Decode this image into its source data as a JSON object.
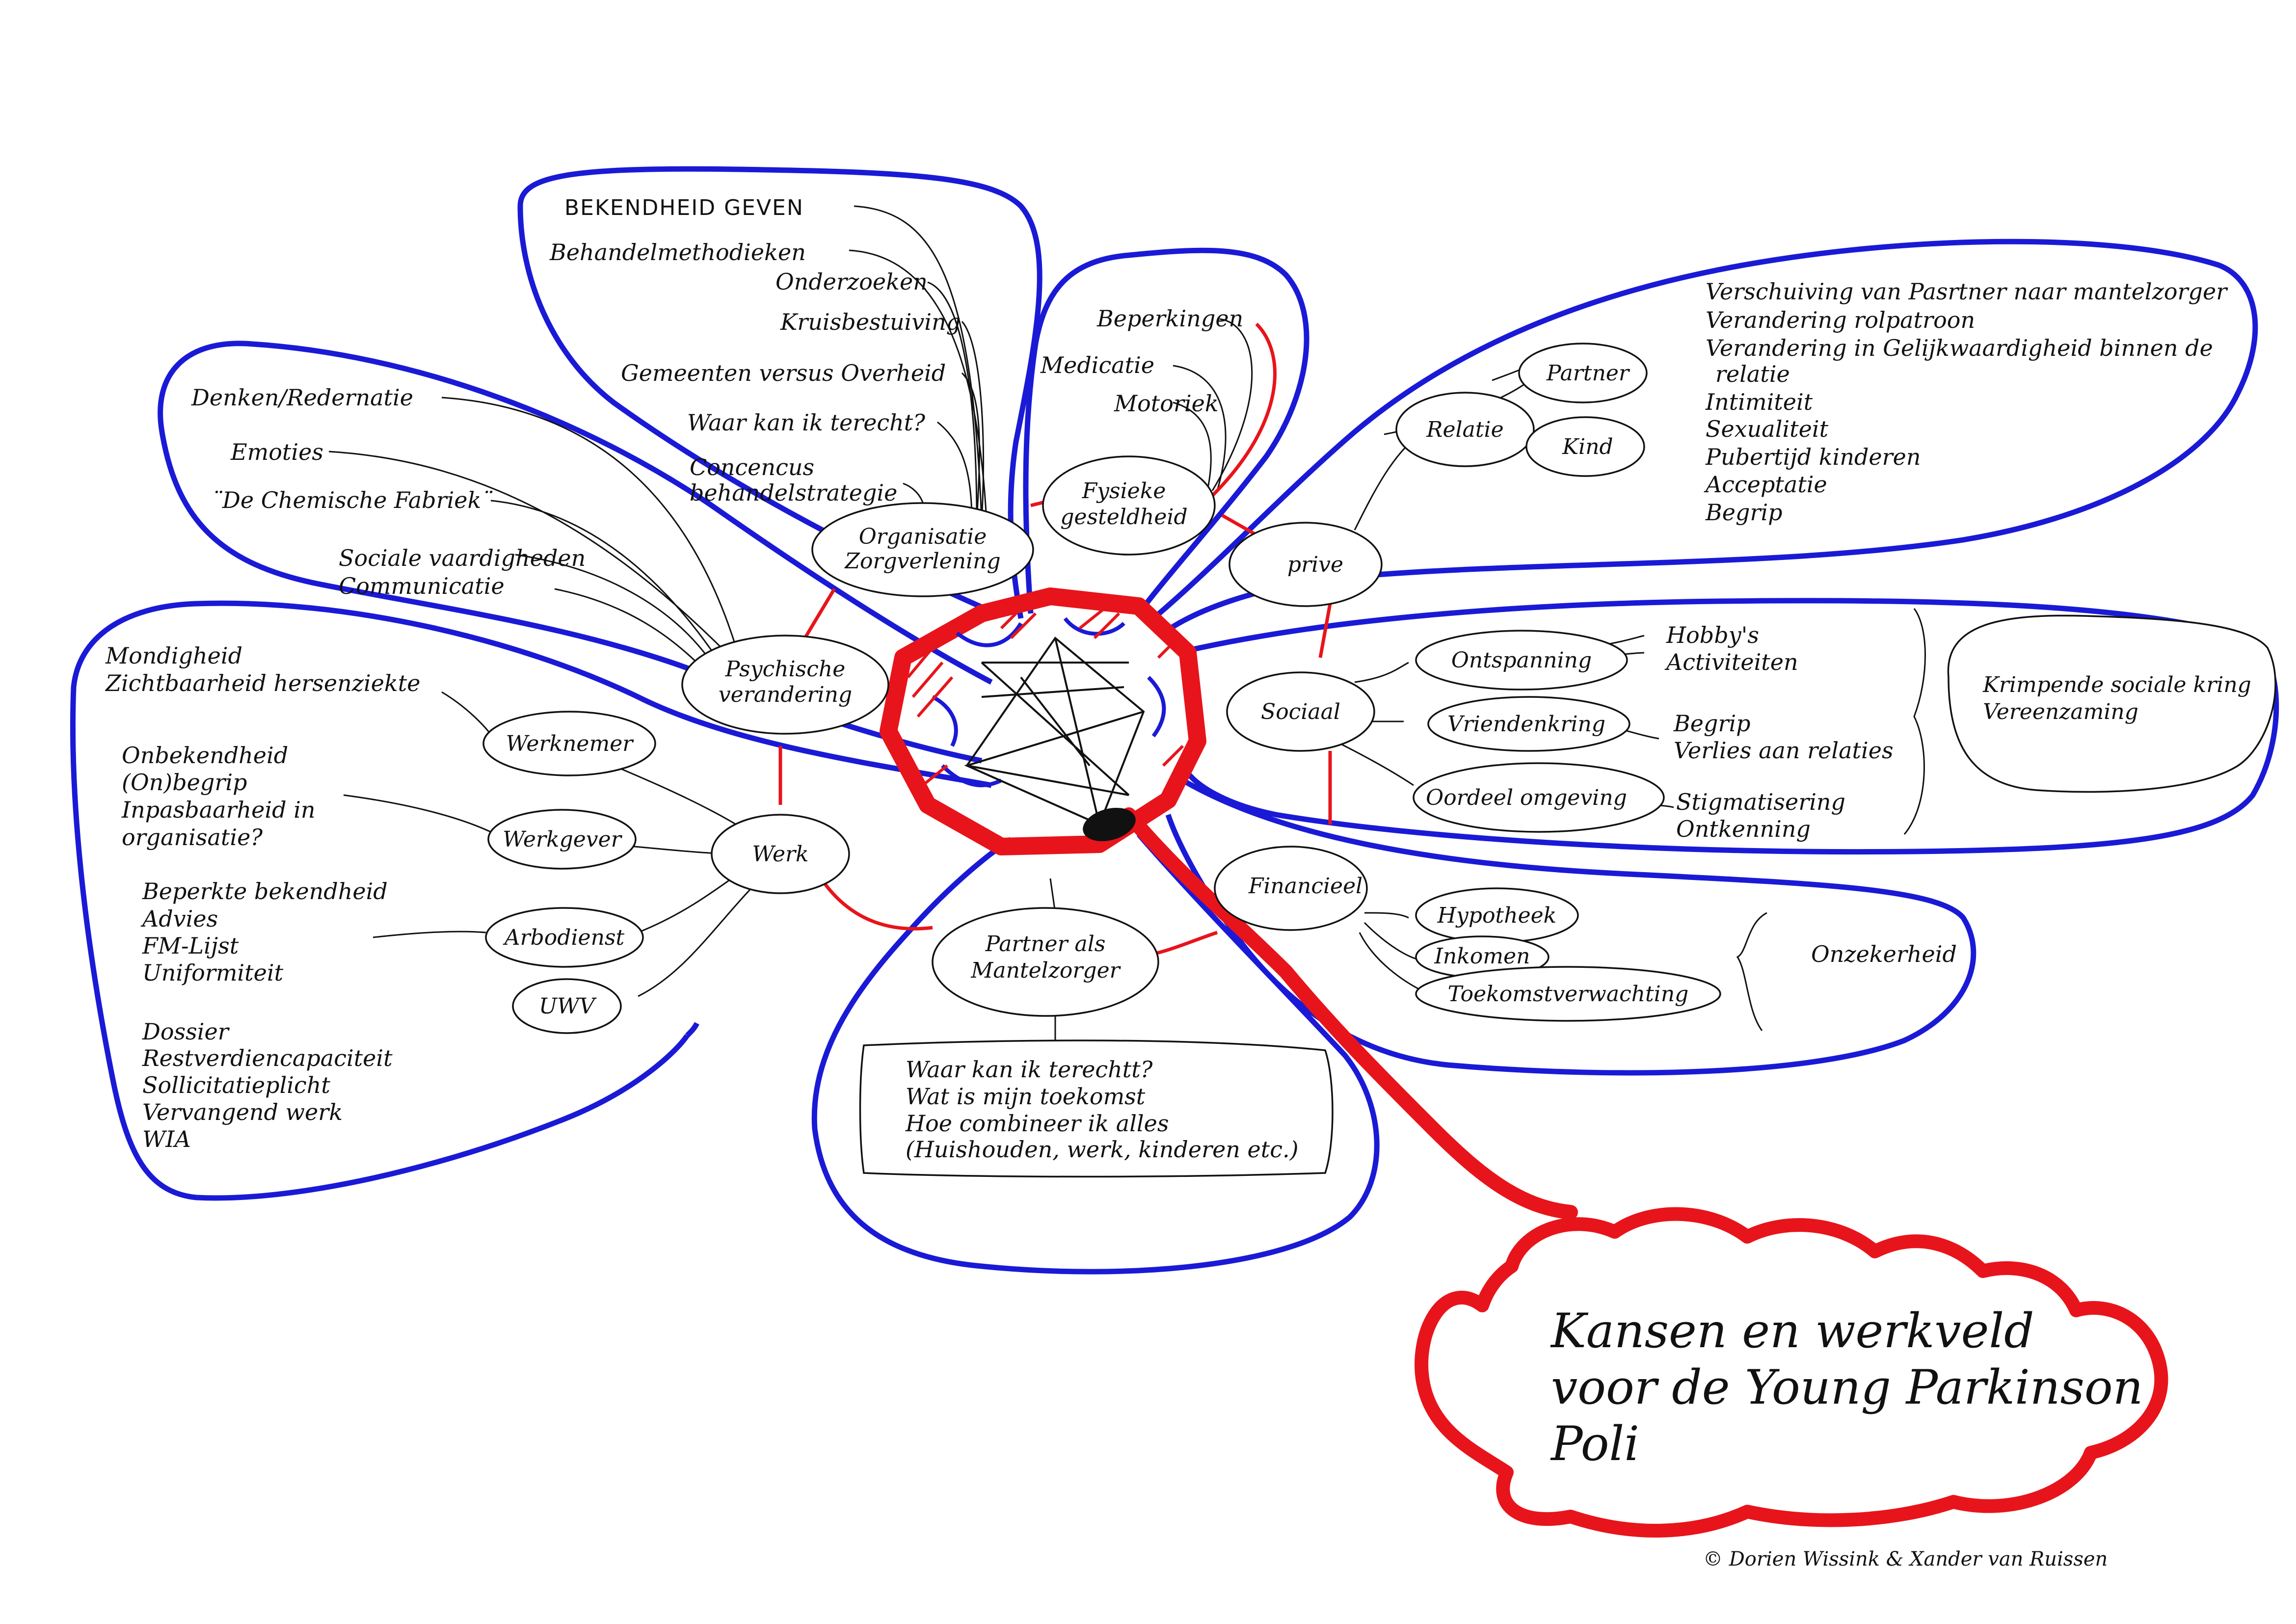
{
  "colors": {
    "petal": "#1a1ad6",
    "accent": "#e8141b",
    "ink": "#111111"
  },
  "title": {
    "line1": "Kansen en werkveld",
    "line2": "voor de Young Parkinson",
    "line3": "Poli"
  },
  "copyright": "© Dorien Wissink & Xander van Ruissen",
  "nodes": {
    "organisatie": {
      "line1": "Organisatie",
      "line2": "Zorgverlening"
    },
    "fysieke": {
      "line1": "Fysieke",
      "line2": "gesteldheid"
    },
    "prive": "prive",
    "psychische": {
      "line1": "Psychische",
      "line2": "verandering"
    },
    "sociaal": "Sociaal",
    "werk": "Werk",
    "financieel": "Financieel",
    "partner": {
      "line1": "Partner als",
      "line2": "Mantelzorger"
    },
    "werknemer": "Werknemer",
    "werkgever": "Werkgever",
    "arbodienst": "Arbodienst",
    "uwv": "UWV",
    "relatie": "Relatie",
    "partnerSmall": "Partner",
    "kind": "Kind",
    "ontspanning": "Ontspanning",
    "vriendenkring": "Vriendenkring",
    "oordeel": "Oordeel omgeving",
    "hypotheek": "Hypotheek",
    "inkomen": "Inkomen",
    "toekomst": "Toekomstverwachting",
    "krimpende": {
      "line1": "Krimpende sociale kring",
      "line2": "Vereenzaming"
    }
  },
  "organisatie_items": [
    "BEKENDHEID GEVEN",
    "Behandelmethodieken",
    "Onderzoeken",
    "Kruisbestuiving",
    "Gemeenten versus Overheid",
    "Waar kan ik terecht?",
    "Concencus",
    "behandelstrategie"
  ],
  "fysiek_items": [
    "Beperkingen",
    "Medicatie",
    "Motoriek"
  ],
  "psychisch_items": [
    "Denken/Redernatie",
    "Emoties",
    "¨De Chemische Fabriek¨",
    "Sociale vaardigheden",
    "Communicatie"
  ],
  "prive_items": [
    "Verschuiving van Pasrtner naar mantelzorger",
    "Verandering rolpatroon",
    "Verandering in Gelijkwaardigheid binnen de",
    "relatie",
    "Intimiteit",
    "Sexualiteit",
    "Pubertijd kinderen",
    "Acceptatie",
    "Begrip"
  ],
  "sociaal_items": {
    "ontspanning": [
      "Hobby's",
      "Activiteiten"
    ],
    "vrienden": [
      "Begrip",
      "Verlies aan relaties"
    ],
    "oordeel": [
      "Stigmatisering",
      "Ontkenning"
    ]
  },
  "financieel_items": [
    "Onzekerheid"
  ],
  "werk_items": {
    "werknemer": [
      "Mondigheid",
      "Zichtbaarheid hersenziekte"
    ],
    "werkgever": [
      "Onbekendheid",
      "(On)begrip",
      "Inpasbaarheid in",
      "organisatie?"
    ],
    "arbodienst": [
      "Beperkte bekendheid",
      "Advies",
      "FM-Lijst",
      "Uniformiteit"
    ],
    "uwv": [
      "Dossier",
      "Restverdiencapaciteit",
      "Sollicitatieplicht",
      "Vervangend werk",
      "WIA"
    ]
  },
  "partner_items": [
    "Waar kan ik terechtt?",
    "Wat is mijn toekomst",
    "Hoe combineer ik alles",
    "(Huishouden, werk, kinderen etc.)"
  ]
}
